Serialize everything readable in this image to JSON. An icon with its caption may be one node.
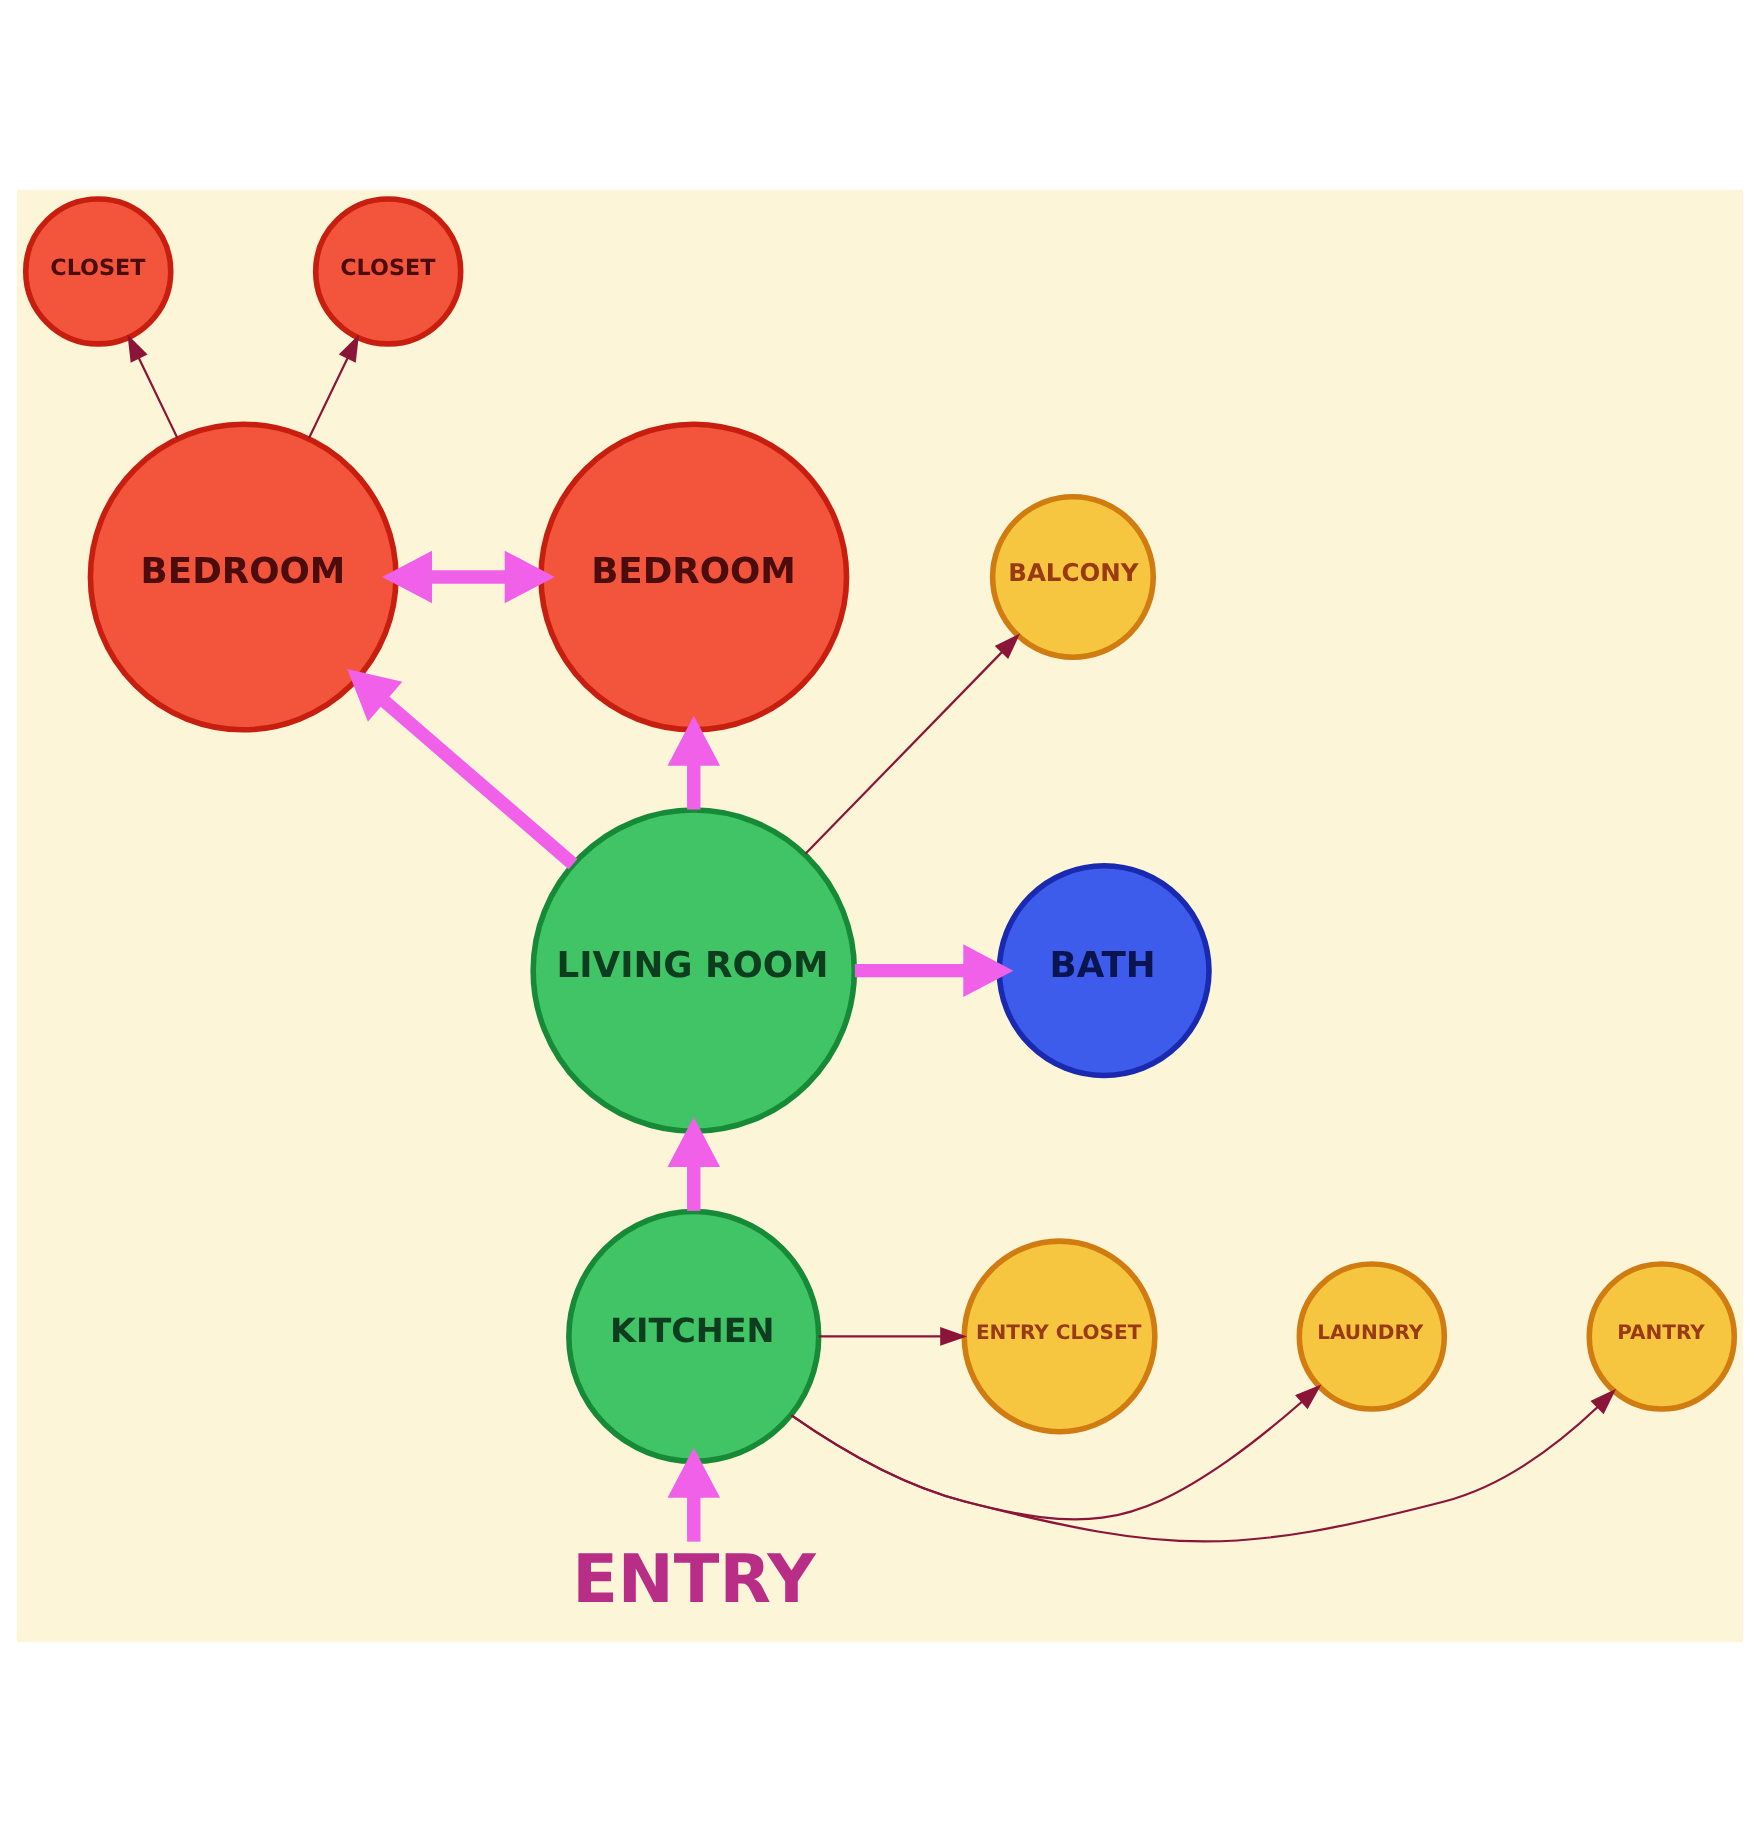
{
  "diagram": {
    "nodes": [
      {
        "text": [
          "CLOSET"
        ]
      },
      {
        "text": [
          "BEDROOM"
        ]
      },
      {
        "text": [
          "CLOSET"
        ]
      },
      {
        "text": [
          "BEDROOM"
        ]
      },
      {
        "text": [
          "BALCONY"
        ]
      },
      {
        "text": [
          "LIVING ROOM"
        ]
      },
      {
        "text": [
          "BATH"
        ]
      },
      {
        "text": [
          "KITCHEN"
        ]
      },
      {
        "text": [
          "PANTRY"
        ]
      },
      {
        "text": [
          "LAUNDRY"
        ]
      },
      {
        "text": [
          "ENTRY CLOSET"
        ]
      },
      {
        "text": [
          "ENTRY"
        ]
      }
    ],
    "edges": [
      {
        "from": 1,
        "to": 0,
        "arrow": "to"
      },
      {
        "from": 1,
        "to": 2,
        "arrow": "to"
      },
      {
        "from": 1,
        "to": 3,
        "arrow": "both",
        "style": "thick",
        "color": "#f060e8"
      },
      {
        "from": 5,
        "to": 1,
        "arrow": "to",
        "style": "thick",
        "color": "#f060e8"
      },
      {
        "from": 5,
        "to": 3,
        "arrow": "to",
        "style": "thick",
        "color": "#f060e8"
      },
      {
        "from": 5,
        "to": 6,
        "arrow": "to",
        "style": "thick",
        "color": "#f060e8"
      },
      {
        "from": 5,
        "to": 4,
        "arrow": "to"
      },
      {
        "from": 7,
        "to": 5,
        "arrow": "to",
        "style": "thick",
        "color": "#f060e8"
      },
      {
        "from": 7,
        "to": 8,
        "arrow": "to"
      },
      {
        "from": 7,
        "to": 9,
        "arrow": "to"
      },
      {
        "from": 7,
        "to": 10,
        "arrow": "to"
      },
      {
        "from": 11,
        "to": 7,
        "arrow": "to",
        "style": "thick",
        "color": "#f060e8"
      }
    ]
  }
}
